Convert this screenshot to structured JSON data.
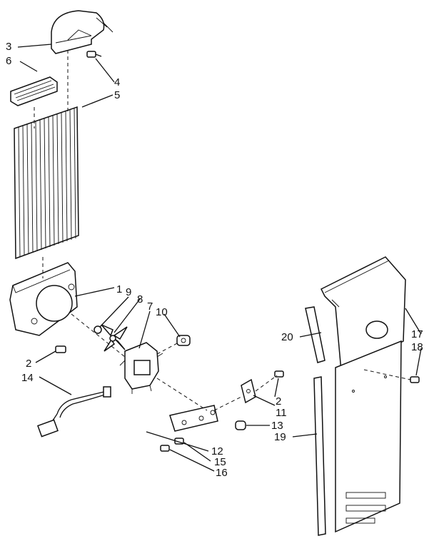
{
  "labels": {
    "l3": "3",
    "l6": "6",
    "l4": "4",
    "l5": "5",
    "l1": "1",
    "l9": "9",
    "l8": "8",
    "l7": "7",
    "l10": "10",
    "l2a": "2",
    "l14": "14",
    "l2b": "2",
    "l11": "11",
    "l13": "13",
    "l12": "12",
    "l15": "15",
    "l16": "16",
    "l20": "20",
    "l17": "17",
    "l18": "18",
    "l19": "19"
  }
}
